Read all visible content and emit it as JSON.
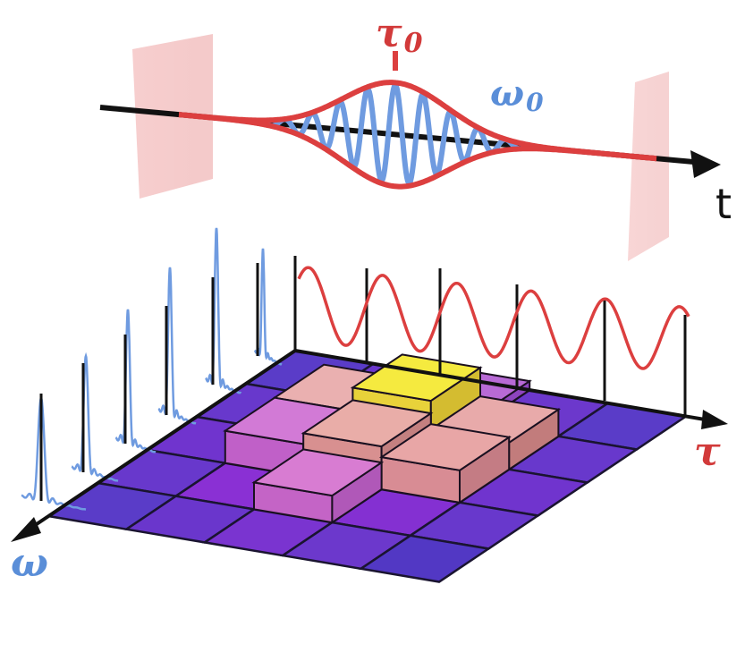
{
  "pulse": {
    "tau0_label": "τ",
    "tau0_sub": "0",
    "omega0_label": "ω",
    "omega0_sub": "0",
    "time_axis_label": "t"
  },
  "grid": {
    "tau_axis_label": "τ",
    "omega_axis_label": "ω"
  },
  "colors": {
    "envelope": "#dc3f3f",
    "carrier": "#6f9be0",
    "time_axis": "#111111",
    "gate_plane": "#f4c4c4",
    "floor_low": "#5838c4",
    "floor_mid": "#8e30d4",
    "bar_mid": "#cd64d0",
    "bar_high": "#e6a3a2",
    "bar_peak": "#f2e43a"
  },
  "icons": [
    "arrow-right-icon",
    "arrow-down-left-icon"
  ]
}
